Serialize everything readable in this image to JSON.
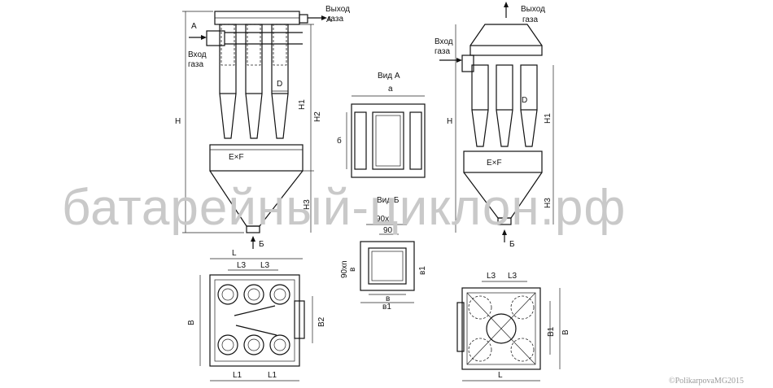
{
  "watermark": "батарейный-циклон.рф",
  "copyright": "©PolikarpovaMG2015",
  "labels": {
    "gas_out": [
      "Выход",
      "газа"
    ],
    "gas_in": [
      "Вход",
      "газа"
    ],
    "view_a": "Вид А",
    "view_b": "Вид Б",
    "arrow_a": "А",
    "arrow_b": "Б"
  },
  "dims": {
    "H": "H",
    "H1": "H1",
    "H2": "H2",
    "H3": "H3",
    "D": "D",
    "ExF": "E×F",
    "a": "а",
    "b": "б",
    "n90": "90хn",
    "d90": "90",
    "v": "в",
    "v1": "в1",
    "L": "L",
    "L1": "L1",
    "L3": "L3",
    "B": "B",
    "B1": "B1",
    "B2": "B2"
  }
}
